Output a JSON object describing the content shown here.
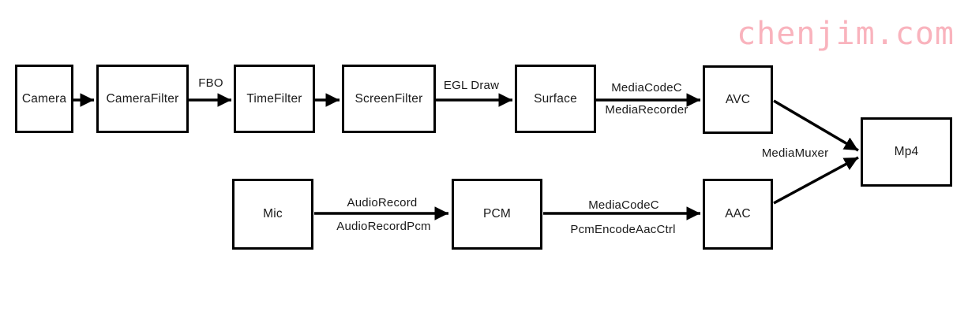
{
  "watermark": {
    "text": "chenjim.com",
    "color": "#f9b3bd"
  },
  "colors": {
    "line": "#000000",
    "background": "#ffffff",
    "text": "#1a1a1a"
  },
  "diagram": {
    "nodes": {
      "camera": {
        "label": "Camera"
      },
      "camera_filter": {
        "label": "CameraFilter"
      },
      "time_filter": {
        "label": "TimeFilter"
      },
      "screen_filter": {
        "label": "ScreenFilter"
      },
      "surface": {
        "label": "Surface"
      },
      "avc": {
        "label": "AVC"
      },
      "mp4": {
        "label": "Mp4"
      },
      "mic": {
        "label": "Mic"
      },
      "pcm": {
        "label": "PCM"
      },
      "aac": {
        "label": "AAC"
      }
    },
    "edges": {
      "camera_to_camerafilter": {
        "from": "camera",
        "to": "camera_filter",
        "label": ""
      },
      "camerafilter_to_timefilter": {
        "from": "camera_filter",
        "to": "time_filter",
        "label_above": "FBO"
      },
      "timefilter_to_screenfilter": {
        "from": "time_filter",
        "to": "screen_filter",
        "label": ""
      },
      "screenfilter_to_surface": {
        "from": "screen_filter",
        "to": "surface",
        "label_above": "EGL Draw"
      },
      "surface_to_avc": {
        "from": "surface",
        "to": "avc",
        "label_above": "MediaCodeC",
        "label_below": "MediaRecorder"
      },
      "avc_to_mp4": {
        "from": "avc",
        "to": "mp4",
        "label": ""
      },
      "aac_to_mp4": {
        "from": "aac",
        "to": "mp4",
        "label_left": "MediaMuxer"
      },
      "mic_to_pcm": {
        "from": "mic",
        "to": "pcm",
        "label_above": "AudioRecord",
        "label_below": "AudioRecordPcm"
      },
      "pcm_to_aac": {
        "from": "pcm",
        "to": "aac",
        "label_above": "MediaCodeC",
        "label_below": "PcmEncodeAacCtrl"
      }
    }
  }
}
